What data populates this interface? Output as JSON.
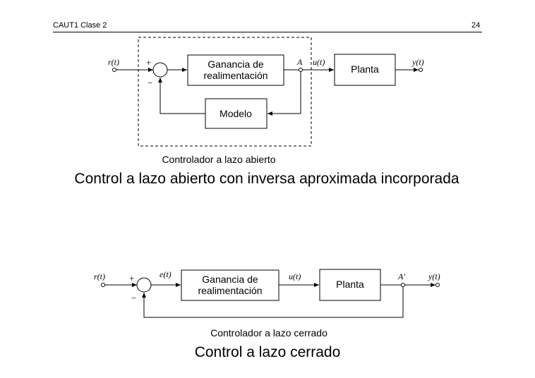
{
  "header": {
    "left": "CAUT1 Clase 2",
    "right": "24"
  },
  "diagram1": {
    "input": "r(t)",
    "plus": "+",
    "minus": "−",
    "gain_line1": "Ganancia de",
    "gain_line2": "realimentación",
    "node": "A",
    "control": "u(t)",
    "plant": "Planta",
    "output": "y(t)",
    "model": "Modelo",
    "controller_caption": "Controlador a lazo abierto",
    "title": "Control a lazo abierto con inversa aproximada incorporada"
  },
  "diagram2": {
    "input": "r(t)",
    "plus": "+",
    "minus": "−",
    "error": "e(t)",
    "gain_line1": "Ganancia de",
    "gain_line2": "realimentación",
    "control": "u(t)",
    "plant": "Planta",
    "node": "A′",
    "output": "y(t)",
    "controller_caption": "Controlador a lazo cerrado",
    "title": "Control a lazo cerrado"
  }
}
